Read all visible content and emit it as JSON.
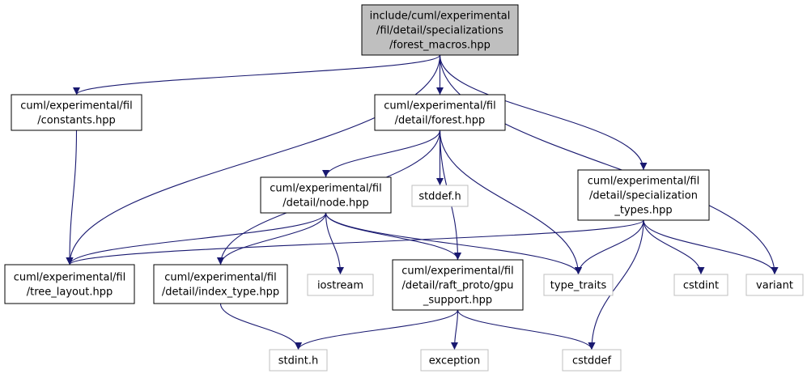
{
  "colors": {
    "edge": "#191970",
    "root_fill": "#bfbfbf",
    "border_dark": "#000000",
    "border_light": "#bfbfbf",
    "text": "#000000"
  },
  "nodes": [
    {
      "id": "root",
      "lines": [
        "include/cuml/experimental",
        "/fil/detail/specializations",
        "/forest_macros.hpp"
      ],
      "style": "root"
    },
    {
      "id": "constants",
      "lines": [
        "cuml/experimental/fil",
        "/constants.hpp"
      ],
      "style": "dark"
    },
    {
      "id": "forest",
      "lines": [
        "cuml/experimental/fil",
        "/detail/forest.hpp"
      ],
      "style": "dark"
    },
    {
      "id": "spec_types",
      "lines": [
        "cuml/experimental/fil",
        "/detail/specialization",
        "_types.hpp"
      ],
      "style": "dark"
    },
    {
      "id": "node",
      "lines": [
        "cuml/experimental/fil",
        "/detail/node.hpp"
      ],
      "style": "dark"
    },
    {
      "id": "stddef_h",
      "lines": [
        "stddef.h"
      ],
      "style": "light"
    },
    {
      "id": "tree_layout",
      "lines": [
        "cuml/experimental/fil",
        "/tree_layout.hpp"
      ],
      "style": "dark"
    },
    {
      "id": "index_type",
      "lines": [
        "cuml/experimental/fil",
        "/detail/index_type.hpp"
      ],
      "style": "dark"
    },
    {
      "id": "iostream",
      "lines": [
        "iostream"
      ],
      "style": "light"
    },
    {
      "id": "gpu_support",
      "lines": [
        "cuml/experimental/fil",
        "/detail/raft_proto/gpu",
        "_support.hpp"
      ],
      "style": "dark"
    },
    {
      "id": "type_traits",
      "lines": [
        "type_traits"
      ],
      "style": "light"
    },
    {
      "id": "cstdint",
      "lines": [
        "cstdint"
      ],
      "style": "light"
    },
    {
      "id": "variant",
      "lines": [
        "variant"
      ],
      "style": "light"
    },
    {
      "id": "stdint_h",
      "lines": [
        "stdint.h"
      ],
      "style": "light"
    },
    {
      "id": "exception",
      "lines": [
        "exception"
      ],
      "style": "light"
    },
    {
      "id": "cstddef",
      "lines": [
        "cstddef"
      ],
      "style": "light"
    }
  ],
  "edges": [
    [
      "root",
      "constants"
    ],
    [
      "root",
      "forest"
    ],
    [
      "root",
      "tree_layout"
    ],
    [
      "root",
      "spec_types"
    ],
    [
      "root",
      "variant"
    ],
    [
      "constants",
      "tree_layout"
    ],
    [
      "forest",
      "node"
    ],
    [
      "forest",
      "stddef_h"
    ],
    [
      "forest",
      "index_type"
    ],
    [
      "forest",
      "gpu_support"
    ],
    [
      "forest",
      "type_traits"
    ],
    [
      "node",
      "tree_layout"
    ],
    [
      "node",
      "index_type"
    ],
    [
      "node",
      "iostream"
    ],
    [
      "node",
      "gpu_support"
    ],
    [
      "node",
      "type_traits"
    ],
    [
      "spec_types",
      "tree_layout"
    ],
    [
      "spec_types",
      "type_traits"
    ],
    [
      "spec_types",
      "cstdint"
    ],
    [
      "spec_types",
      "variant"
    ],
    [
      "spec_types",
      "cstddef"
    ],
    [
      "index_type",
      "stdint_h"
    ],
    [
      "gpu_support",
      "stdint_h"
    ],
    [
      "gpu_support",
      "exception"
    ],
    [
      "gpu_support",
      "cstddef"
    ]
  ]
}
